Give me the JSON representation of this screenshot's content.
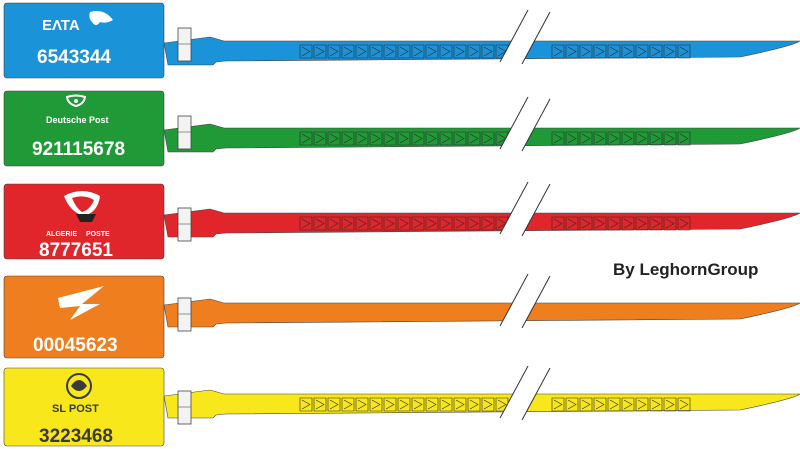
{
  "credit": "By LeghornGroup",
  "seals": [
    {
      "brand": "ΕΛΤΑ",
      "number": "6543344",
      "color": "#1b93d9",
      "logo": "greek-post-head-logo",
      "ratchet": true
    },
    {
      "brand": "Deutsche Post",
      "number": "921115678",
      "color": "#1f9a37",
      "logo": "post-horn-logo",
      "ratchet": true
    },
    {
      "brand_a": "ALGERIE",
      "brand_b": "POSTE",
      "number": "8777651",
      "color": "#e0262b",
      "logo": "algerie-poste-logo",
      "ratchet": true
    },
    {
      "brand": "",
      "number": "00045623",
      "color": "#ee7e1e",
      "logo": "la-poste-bird-logo",
      "ratchet": false
    },
    {
      "brand": "SL POST",
      "number": "3223468",
      "color": "#f7e71b",
      "logo": "sl-post-emblem-logo",
      "ratchet": true
    }
  ]
}
